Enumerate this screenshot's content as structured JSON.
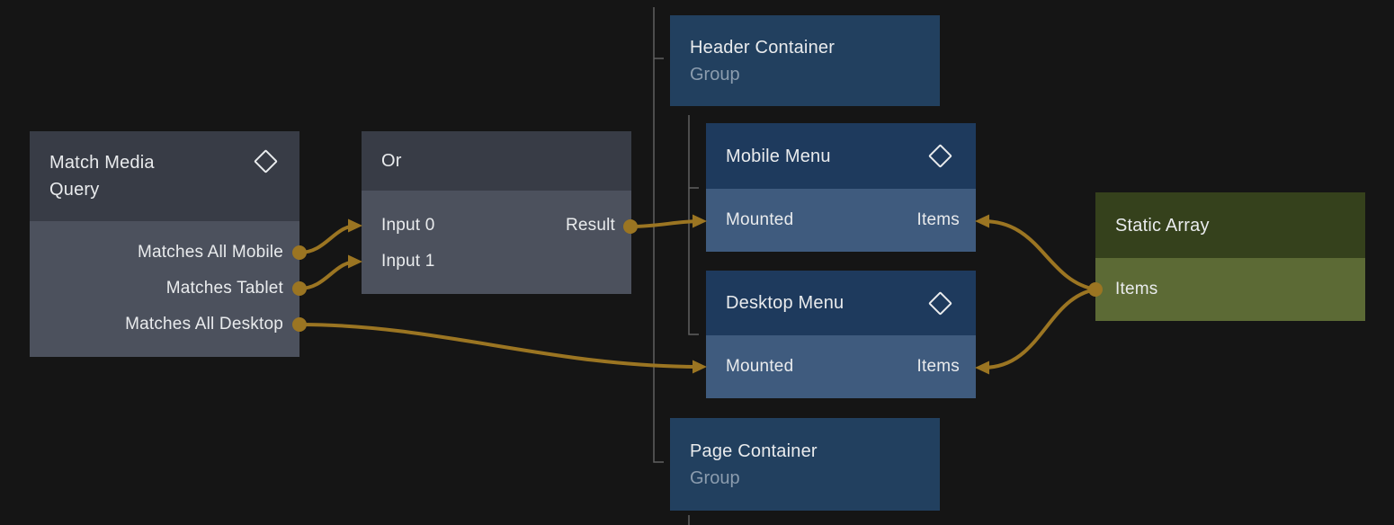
{
  "colors": {
    "canvas_bg": "#151515",
    "wire": "#9b7522",
    "tree_line": "#606060",
    "logic_header": "#383c46",
    "logic_body": "#4c515d",
    "group_fill": "#22405f",
    "component_header": "#1e3a5d",
    "component_body": "#3f5b7e",
    "array_header": "#35411c",
    "array_body": "#5c6a35",
    "title_text": "#e9ebed",
    "subtitle_text": "#8b9cae",
    "port_text": "#e9ebed"
  },
  "nodes": {
    "match_media_query": {
      "title": "Match Media Query",
      "outputs": [
        "Matches All Mobile",
        "Matches Tablet",
        "Matches All Desktop"
      ]
    },
    "or": {
      "title": "Or",
      "inputs": [
        "Input 0",
        "Input 1"
      ],
      "output": "Result"
    },
    "header_container": {
      "title": "Header Container",
      "subtitle": "Group"
    },
    "mobile_menu": {
      "title": "Mobile Menu",
      "mounted_input": "Mounted",
      "items_input": "Items"
    },
    "desktop_menu": {
      "title": "Desktop Menu",
      "mounted_input": "Mounted",
      "items_input": "Items"
    },
    "page_container": {
      "title": "Page Container",
      "subtitle": "Group"
    },
    "static_array": {
      "title": "Static Array",
      "output": "Items"
    }
  },
  "connections": [
    {
      "from": "Match Media Query / Matches All Mobile",
      "to": "Or / Input 0"
    },
    {
      "from": "Match Media Query / Matches Tablet",
      "to": "Or / Input 1"
    },
    {
      "from": "Match Media Query / Matches All Desktop",
      "to": "Desktop Menu / Mounted"
    },
    {
      "from": "Or / Result",
      "to": "Mobile Menu / Mounted"
    },
    {
      "from": "Static Array / Items",
      "to": "Mobile Menu / Items"
    },
    {
      "from": "Static Array / Items",
      "to": "Desktop Menu / Items"
    }
  ],
  "hierarchy": {
    "children_of_root": [
      "Header Container",
      "Page Container"
    ],
    "children_of_header_container": [
      "Mobile Menu",
      "Desktop Menu"
    ]
  }
}
